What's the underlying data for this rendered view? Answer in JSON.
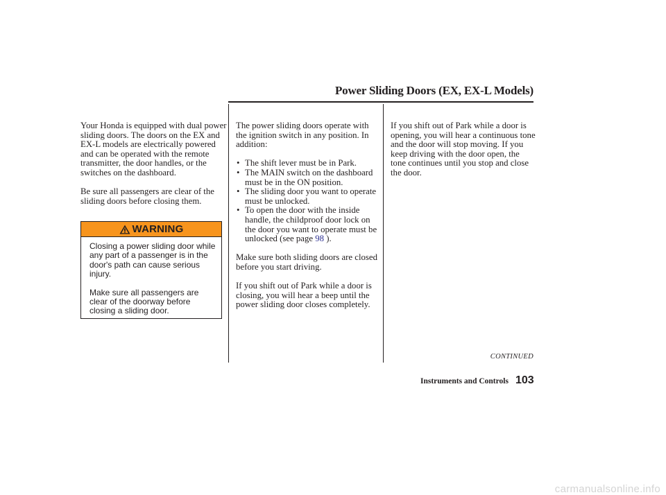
{
  "header": {
    "title": "Power Sliding Doors (EX, EX-L Models)"
  },
  "column1": {
    "para1": "Your Honda is equipped with dual power sliding doors. The doors on the EX and EX-L models are electrically powered and can be operated with the remote transmitter, the door handles, or the switches on the dashboard.",
    "para2": "Be sure all passengers are clear of the sliding doors before closing them."
  },
  "warning": {
    "label": "WARNING",
    "text1": "Closing a power sliding door while any part of a passenger is in the door's path can cause serious injury.",
    "text2": "Make sure all passengers are clear of the doorway before closing a sliding door."
  },
  "column2": {
    "intro": "The power sliding doors operate with the ignition switch in any position. In addition:",
    "bullet1": "The shift lever must be in Park.",
    "bullet2": "The MAIN switch on the dashboard must be in the ON position.",
    "bullet3": "The sliding door you want to operate must be unlocked.",
    "bullet4_text": "To open the door with the inside handle, the childproof door lock on the door you want to operate must be unlocked (see page ",
    "bullet4_link": "98",
    "bullet4_end": " ).",
    "para2": "Make sure both sliding doors are closed before you start driving.",
    "para3": "If you shift out of Park while a door is closing, you will hear a beep until the power sliding door closes completely."
  },
  "column3": {
    "para1": "If you shift out of Park while a door is opening, you will hear a continuous tone and the door will stop moving. If you keep driving with the door open, the tone continues until you stop and close the door."
  },
  "footer": {
    "continued": "CONTINUED",
    "section": "Instruments and Controls",
    "page": "103"
  },
  "watermark": "carmanualsonline.info",
  "colors": {
    "warning_bar": "#f7941d",
    "link": "#2e3192"
  }
}
